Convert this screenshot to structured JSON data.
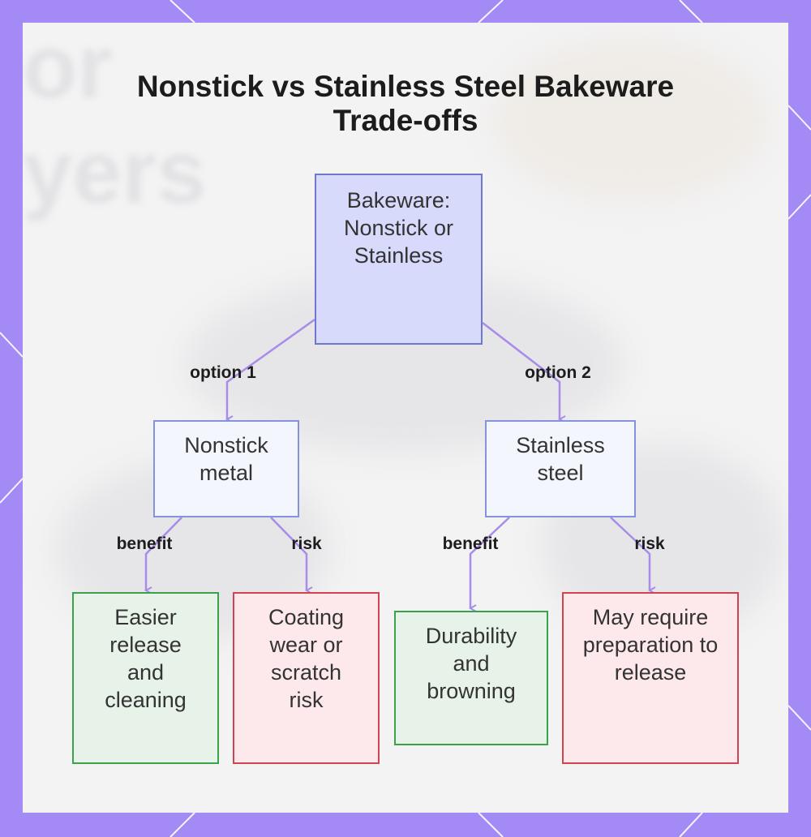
{
  "title_line1": "Nonstick vs Stainless Steel Bakeware",
  "title_line2": "Trade-offs",
  "background_watermark": [
    "or",
    "yers"
  ],
  "nodes": {
    "root": "Bakeware: Nonstick or Stainless",
    "nonstick": "Nonstick metal",
    "stainless": "Stainless steel",
    "nonstick_benefit": "Easier release and cleaning",
    "nonstick_risk": "Coating wear or scratch risk",
    "stainless_benefit": "Durability and browning",
    "stainless_risk": "May require preparation to release"
  },
  "edge_labels": {
    "option1": "option 1",
    "option2": "option 2",
    "nonstick_benefit": "benefit",
    "nonstick_risk": "risk",
    "stainless_benefit": "benefit",
    "stainless_risk": "risk"
  },
  "colors": {
    "frame": "#a48af4",
    "root_fill": "#d8dafc",
    "mid_fill": "#f4f6fd",
    "benefit_fill": "#e7f3e8",
    "risk_fill": "#fde9ec",
    "edge": "#a98be9"
  }
}
